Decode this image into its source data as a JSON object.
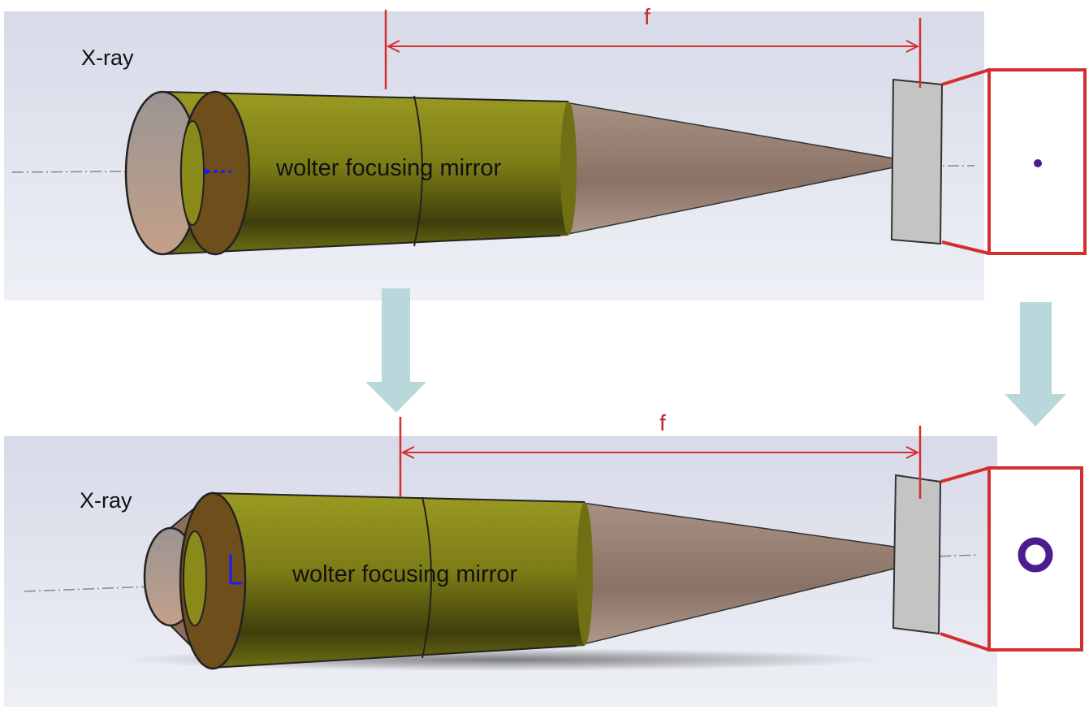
{
  "top_panel": {
    "xray_label": "X-ray",
    "mirror_label": "wolter focusing mirror",
    "focal_label": "f",
    "spot": "point-focus"
  },
  "bottom_panel": {
    "xray_label": "X-ray",
    "mirror_label": "wolter focusing mirror",
    "focal_label": "f",
    "spot": "ring-focus"
  },
  "colors": {
    "red": "#d32f2f",
    "mirror": "#8a8a1a",
    "arrow": "#b9d8dc",
    "spot": "#4b1d8f"
  }
}
